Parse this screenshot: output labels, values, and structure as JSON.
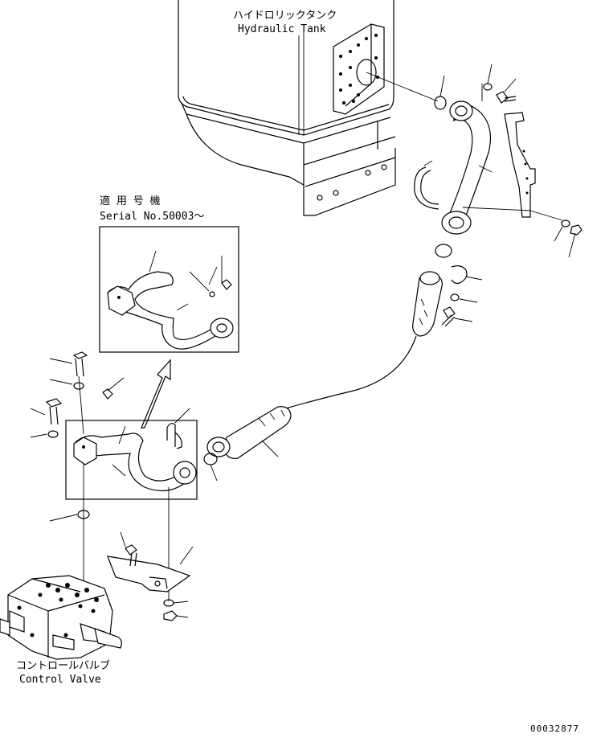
{
  "labels": {
    "tank_jp": "ハイドロリックタンク",
    "tank_en": "Hydraulic Tank",
    "serial_jp": "適 用 号 機",
    "serial_en": "Serial No.50003～",
    "valve_jp": "コントロールバルブ",
    "valve_en": "Control Valve",
    "drawing_no": "00032877"
  }
}
